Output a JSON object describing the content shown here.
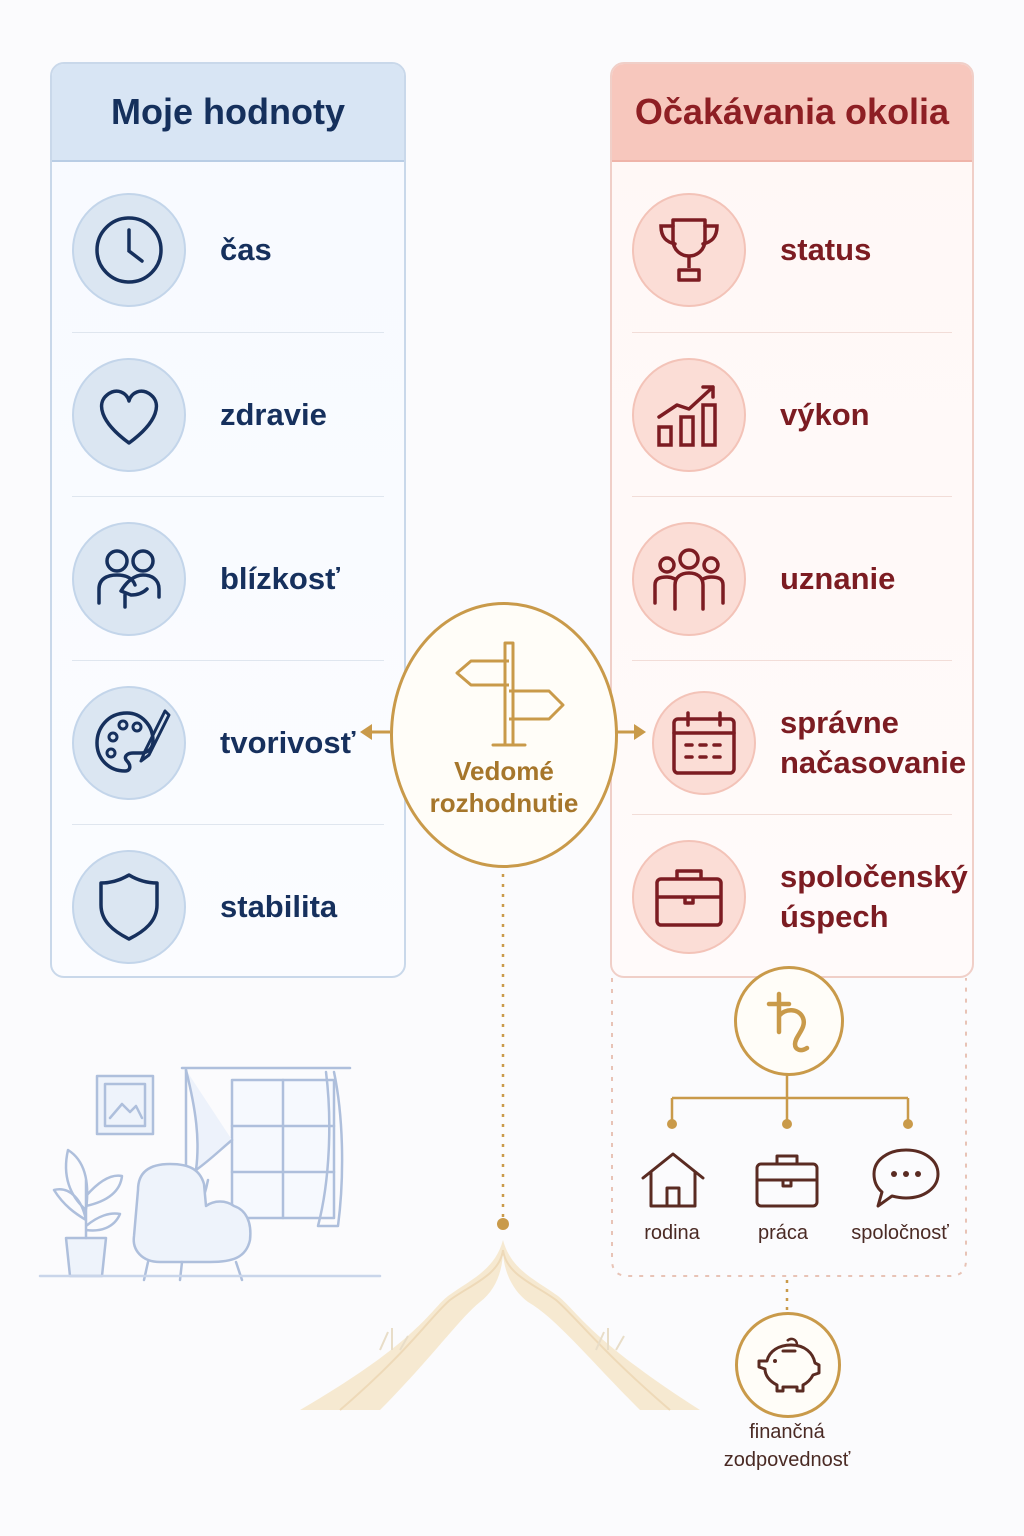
{
  "left_panel": {
    "title": "Moje hodnoty",
    "items": [
      {
        "label": "čas",
        "icon": "clock-icon"
      },
      {
        "label": "zdravie",
        "icon": "heart-icon"
      },
      {
        "label": "blízkosť",
        "icon": "people-hug-icon"
      },
      {
        "label": "tvorivosť",
        "icon": "palette-icon"
      },
      {
        "label": "stabilita",
        "icon": "shield-icon"
      }
    ]
  },
  "right_panel": {
    "title": "Očakávania okolia",
    "items": [
      {
        "label": "status",
        "icon": "trophy-icon"
      },
      {
        "label": "výkon",
        "icon": "growth-chart-icon"
      },
      {
        "label": "uznanie",
        "icon": "group-icon"
      },
      {
        "label_line1": "správne",
        "label_line2": "načasovanie",
        "icon": "calendar-icon"
      },
      {
        "label_line1": "spoločenský",
        "label_line2": "úspech",
        "icon": "briefcase-icon"
      }
    ]
  },
  "center": {
    "line1": "Vedomé",
    "line2": "rozhodnutie",
    "icon": "signpost-icon"
  },
  "influences": {
    "root_icon": "saturn-symbol-icon",
    "sources": [
      {
        "label": "rodina",
        "icon": "house-icon"
      },
      {
        "label": "práca",
        "icon": "briefcase-icon"
      },
      {
        "label": "spoločnosť",
        "icon": "speech-bubble-icon"
      }
    ],
    "bottom": {
      "line1": "finančná",
      "line2": "zodpovednosť",
      "icon": "piggy-bank-icon"
    }
  },
  "colors": {
    "left_accent": "#16305d",
    "right_accent": "#7c1c22",
    "gold": "#c99a4a"
  }
}
